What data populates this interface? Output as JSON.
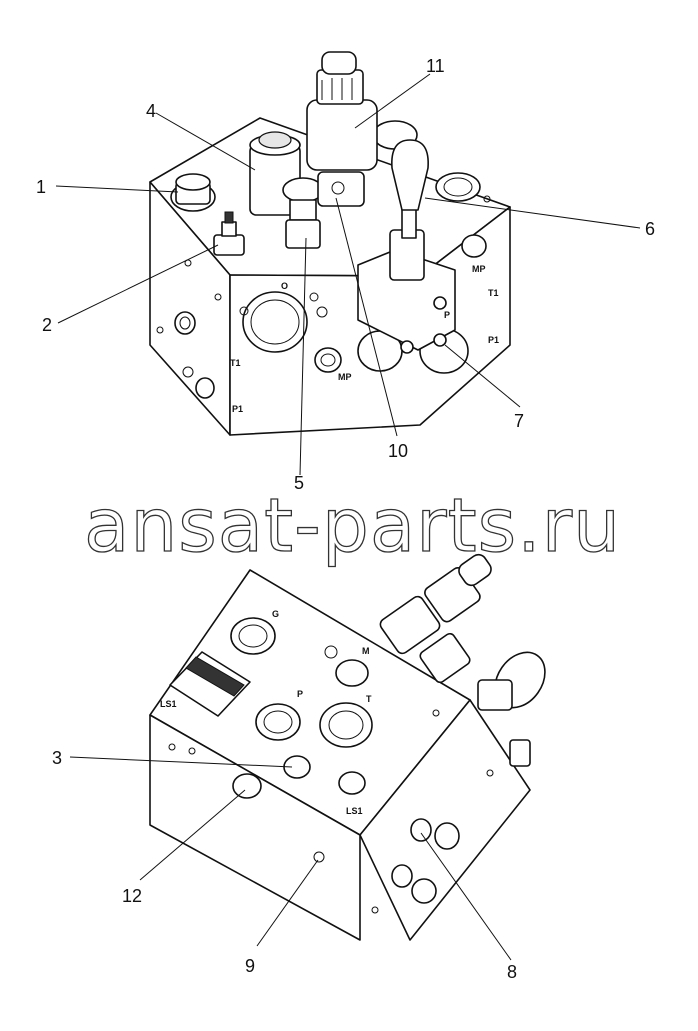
{
  "callouts": {
    "c1": "1",
    "c2": "2",
    "c3": "3",
    "c4": "4",
    "c5": "5",
    "c6": "6",
    "c7": "7",
    "c8": "8",
    "c9": "9",
    "c10": "10",
    "c11": "11",
    "c12": "12"
  },
  "watermark": "ansat-parts.ru",
  "ports_top": {
    "t1_left": "T1",
    "p1_left": "P1",
    "mp_front": "MP",
    "o_top": "O",
    "mp_right": "MP",
    "t1_right": "T1",
    "p1_right": "P1",
    "p_valve": "P"
  },
  "ports_bottom": {
    "ls1_top": "LS1",
    "ls1_bottom": "LS1",
    "g": "G",
    "m": "M",
    "p": "P",
    "t": "T"
  },
  "icons": [
    "directional-valve-lever-icon",
    "solenoid-cartridge-icon",
    "pressure-plug-icon"
  ]
}
